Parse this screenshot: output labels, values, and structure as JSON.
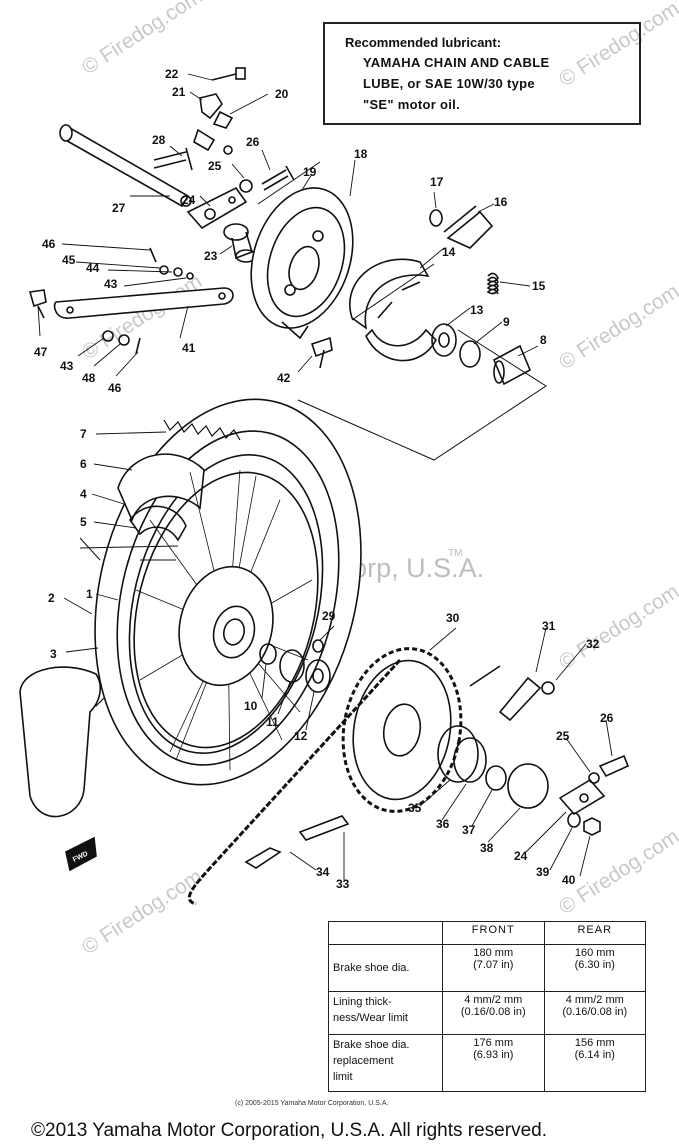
{
  "watermarks": {
    "site": "© Firedog.com",
    "company_main": "Yamaha Motor Corp, U.S.A.",
    "tm": "TM"
  },
  "lubricant_note": {
    "title": "Recommended lubricant:",
    "lines": [
      "YAMAHA CHAIN AND CABLE",
      "LUBE, or SAE 10W/30 type",
      "\"SE\" motor oil."
    ]
  },
  "spec_table": {
    "headers": [
      "",
      "FRONT",
      "REAR"
    ],
    "rows": [
      {
        "label": "Brake shoe dia.",
        "front": [
          "180 mm",
          "(7.07 in)"
        ],
        "rear": [
          "160 mm",
          "(6.30 in)"
        ]
      },
      {
        "label": "Lining thick-\nness/Wear limit",
        "front": [
          "4 mm/2 mm",
          "(0.16/0.08 in)"
        ],
        "rear": [
          "4 mm/2 mm",
          "(0.16/0.08 in)"
        ]
      },
      {
        "label": "Brake shoe dia.\nreplacement\nlimit",
        "front": [
          "176 mm",
          "(6.93 in)"
        ],
        "rear": [
          "156 mm",
          "(6.14 in)"
        ]
      }
    ]
  },
  "callouts": [
    "1",
    "2",
    "3",
    "4",
    "5",
    "6",
    "7",
    "8",
    "9",
    "10",
    "11",
    "12",
    "13",
    "14",
    "15",
    "16",
    "17",
    "18",
    "19",
    "20",
    "21",
    "22",
    "23",
    "24",
    "25",
    "26",
    "27",
    "28",
    "29",
    "30",
    "31",
    "32",
    "33",
    "34",
    "35",
    "36",
    "37",
    "38",
    "39",
    "40",
    "41",
    "42",
    "43",
    "44",
    "45",
    "46",
    "47",
    "48"
  ],
  "fwd_arrow_label": "FWD",
  "copyright_small": "(c) 2005-2015 Yamaha Motor Corporation, U.S.A.",
  "copyright": "©2013 Yamaha Motor Corporation, U.S.A. All rights reserved."
}
